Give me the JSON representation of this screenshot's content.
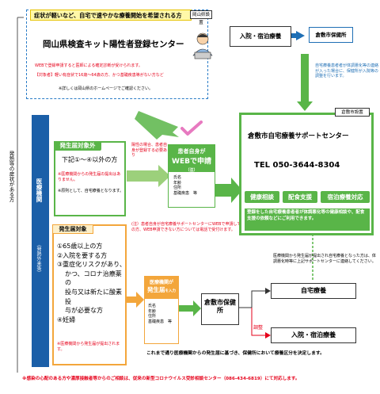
{
  "left_label": "発熱等の症状がある方",
  "top": {
    "banner": "症状が軽いなど、自宅で速やかな療養開始を希望される方",
    "tag": "岡山県設置",
    "title": "岡山県検査キット陽性者登録センター",
    "line1": "WEBで登録申請すると医師による確定診断が受けられます。",
    "line2": "【対象者】軽い有症状で16歳～64歳の方、かつ基礎疾患等がない方など",
    "line3": "※詳しくは岡山県のホームページでご確認ください。"
  },
  "medical": {
    "vertical_label": "医療機関",
    "vertical_sub": "（発熱外来等）",
    "outside_header": "発生届対象外",
    "outside_lead": "下記①～④以外の方",
    "outside_note1": "※医療機関からの発生届の提出はありません。",
    "outside_note2": "※原則として、自宅療養となります。",
    "target_header": "発生届対象",
    "target_items": [
      "①65歳以上の方",
      "②入院を要する方",
      "③重症化リスクがあり、",
      "かつ、コロナ治療薬の",
      "投与又は新たに酸素投",
      "与が必要な方",
      "④妊婦"
    ],
    "target_note": "※医療機関から発生届が提出されます。"
  },
  "arrow_note": "陽性の場合、患者自身が登録する必要あり",
  "web_apply": {
    "header": "患者自身が",
    "title": "WEBで申請",
    "suffix": "（注）",
    "fields": [
      "氏名",
      "年齢",
      "住所",
      "基礎疾患　等"
    ]
  },
  "footnote": "(注）患者自身が自宅療養サポートセンターにWEBで申請してください。至急の方、WEB申請できない方については電話で受付けます。",
  "hospital_top": {
    "label": "入院・宿泊療養"
  },
  "kurashiki_hc_top": {
    "label": "倉敷市保健所"
  },
  "right_note": "自宅療養患者者が体調悪化等の連絡が入った場合に、保健所が入院等の調整を行います。",
  "support_center": {
    "tag": "倉敷市設置",
    "title": "倉敷市自宅療養サポートセンター",
    "tel": "TEL 050-3644-8304",
    "services": [
      "健康相談",
      "配食支援",
      "宿泊療養対応"
    ],
    "note": "登録をした自宅療養患者者が体調悪化等の健康相談や、配食支援の依頼などにご利用できます。"
  },
  "center_info": "医療機関から発生届が提出され自宅療養となった方は、体調悪化時等に上記サポートセンターに連絡してください。",
  "notify": {
    "header": "医療機関が",
    "title": "発生届",
    "suffix": "を入力",
    "fields": [
      "氏名",
      "年齢",
      "住所",
      "基礎疾患　等"
    ]
  },
  "kurashiki_hc": {
    "label": "倉敷市保健所"
  },
  "adjust_label": "調整",
  "home_care": {
    "label": "自宅療養"
  },
  "hospital_bottom": {
    "label": "入院・宿泊療養"
  },
  "bottom_note": "これまで通り医療機関からの発生届に基づき、保健所において療養区分を決定します。",
  "footer": "※感染の心配のある方や濃厚接触者等からのご相談は、従来の新型コロナウイルス受診相談センター（086-434-6819）にて対応します。"
}
